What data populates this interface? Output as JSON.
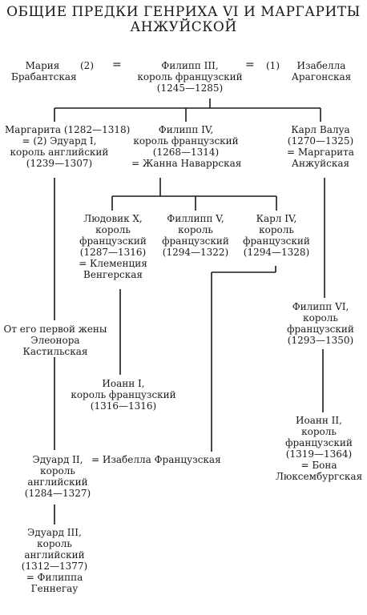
{
  "title": {
    "line1": "ОБЩИЕ ПРЕДКИ ГЕНРИХА VI И МАРГАРИТЫ",
    "line2": "АНЖУЙСКОЙ"
  },
  "persons": {
    "maria": {
      "lines": [
        "Мария",
        "Брабантская"
      ]
    },
    "philip3": {
      "lines": [
        "Филипп III,",
        "король французский",
        "(1245—1285)"
      ]
    },
    "isabella_ar": {
      "lines": [
        "Изабелла",
        "Арагонская"
      ]
    },
    "margarita": {
      "lines": [
        "Маргарита (1282—1318)",
        "= (2) Эдуард I,",
        "король английский",
        "(1239—1307)"
      ]
    },
    "philip4": {
      "lines": [
        "Филипп IV,",
        "король французский",
        "(1268—1314)",
        "= Жанна Наваррская"
      ]
    },
    "karl_valois": {
      "lines": [
        "Карл Валуа",
        "(1270—1325)",
        "= Маргарита",
        "Анжуйская"
      ]
    },
    "louis10": {
      "lines": [
        "Людовик X,",
        "король",
        "французский",
        "(1287—1316)",
        "= Клеменция",
        "Венгерская"
      ]
    },
    "philip5": {
      "lines": [
        "Филлипп V,",
        "король",
        "французский",
        "(1294—1322)"
      ]
    },
    "karl4": {
      "lines": [
        "Карл IV,",
        "король",
        "французский",
        "(1294—1328)"
      ]
    },
    "first_wife": {
      "lines": [
        "От его первой жены",
        "Элеонора",
        "Кастильская"
      ]
    },
    "philip6": {
      "lines": [
        "Филипп VI,",
        "король",
        "французский",
        "(1293—1350)"
      ]
    },
    "ioann1": {
      "lines": [
        "Иоанн I,",
        "король французский",
        "(1316—1316)"
      ]
    },
    "ioann2": {
      "lines": [
        "Иоанн II,",
        "король",
        "французский",
        "(1319—1364)",
        "= Бона",
        "Люксембургская"
      ]
    },
    "edward2": {
      "lines": [
        "Эдуард II,",
        "король",
        "английский",
        "(1284—1327)"
      ]
    },
    "isabella_fr": {
      "lines": [
        "= Изабелла Французская"
      ]
    },
    "edward3": {
      "lines": [
        "Эдуард III,",
        "король",
        "английский",
        "(1312—1377)",
        "= Филиппа",
        "Геннегау"
      ]
    }
  },
  "marriage_markers": {
    "left_num": "(2)",
    "left_eq": "=",
    "right_eq": "=",
    "right_num": "(1)"
  }
}
